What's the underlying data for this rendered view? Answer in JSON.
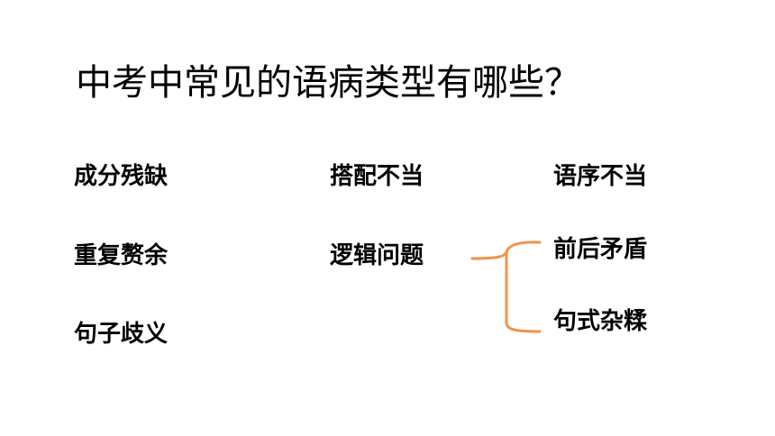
{
  "slide": {
    "title": "中考中常见的语病类型有哪些？",
    "items": [
      "成分残缺",
      "搭配不当",
      "语序不当",
      "重复赘余",
      "逻辑问题",
      "前后矛盾",
      "句子歧义",
      "句式杂糅"
    ]
  },
  "colors": {
    "brace": "#f0934a",
    "text": "#000000",
    "background": "#ffffff"
  }
}
